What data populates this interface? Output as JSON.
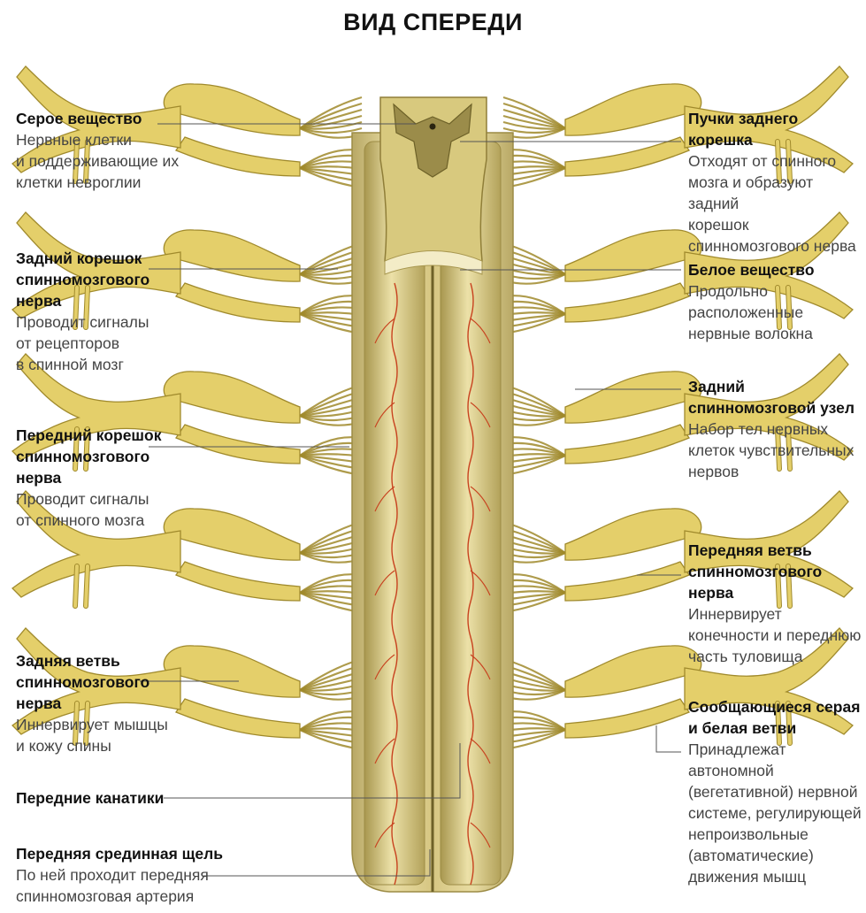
{
  "title": "ВИД СПЕРЕДИ",
  "colors": {
    "nerve": "#e4cf6a",
    "nerve_dark": "#a08a2c",
    "cord": "#d9c985",
    "artery": "#c8421f",
    "leader": "#555555"
  },
  "labels": {
    "gray_matter": {
      "heading": [
        "Серое вещество"
      ],
      "desc": [
        "Нервные клетки",
        "и поддерживающие их",
        "клетки невроглии"
      ]
    },
    "posterior_root": {
      "heading": [
        "Задний корешок",
        "спинномозгового",
        "нерва"
      ],
      "desc": [
        "Проводит сигналы",
        "от рецепторов",
        "в спинной мозг"
      ]
    },
    "anterior_root": {
      "heading": [
        "Передний корешок",
        "спинномозгового",
        "нерва"
      ],
      "desc": [
        "Проводит сигналы",
        "от спинного мозга"
      ]
    },
    "posterior_ramus": {
      "heading": [
        "Задняя ветвь",
        "спинномозгового",
        "нерва"
      ],
      "desc": [
        "Иннервирует мышцы",
        "и кожу спины"
      ]
    },
    "anterior_funiculi": {
      "heading": [
        "Передние канатики"
      ],
      "desc": []
    },
    "median_fissure": {
      "heading": [
        "Передняя срединная щель"
      ],
      "desc": [
        "По ней проходит передняя",
        "спинномозговая артерия"
      ]
    },
    "rootlets": {
      "heading": [
        "Пучки заднего корешка"
      ],
      "desc": [
        "Отходят от спинного",
        "мозга и образуют задний",
        "корешок",
        "спинномозгового нерва"
      ]
    },
    "white_matter": {
      "heading": [
        "Белое вещество"
      ],
      "desc": [
        "Продольно",
        "расположенные",
        "нервные волокна"
      ]
    },
    "ganglion": {
      "heading": [
        "Задний",
        "спинномозговой узел"
      ],
      "desc": [
        "Набор тел нервных",
        "клеток чувствительных",
        "нервов"
      ]
    },
    "anterior_ramus": {
      "heading": [
        "Передняя ветвь",
        "спинномозгового",
        "нерва"
      ],
      "desc": [
        "Иннервирует",
        "конечности и переднюю",
        "часть туловища"
      ]
    },
    "rami_communicantes": {
      "heading": [
        "Сообщающиеся серая",
        "и белая ветви"
      ],
      "desc": [
        "Принадлежат",
        "автономной",
        "(вегетативной) нервной",
        "системе, регулирующей",
        "непроизвольные",
        "(автоматические)",
        "движения мышц"
      ]
    }
  }
}
